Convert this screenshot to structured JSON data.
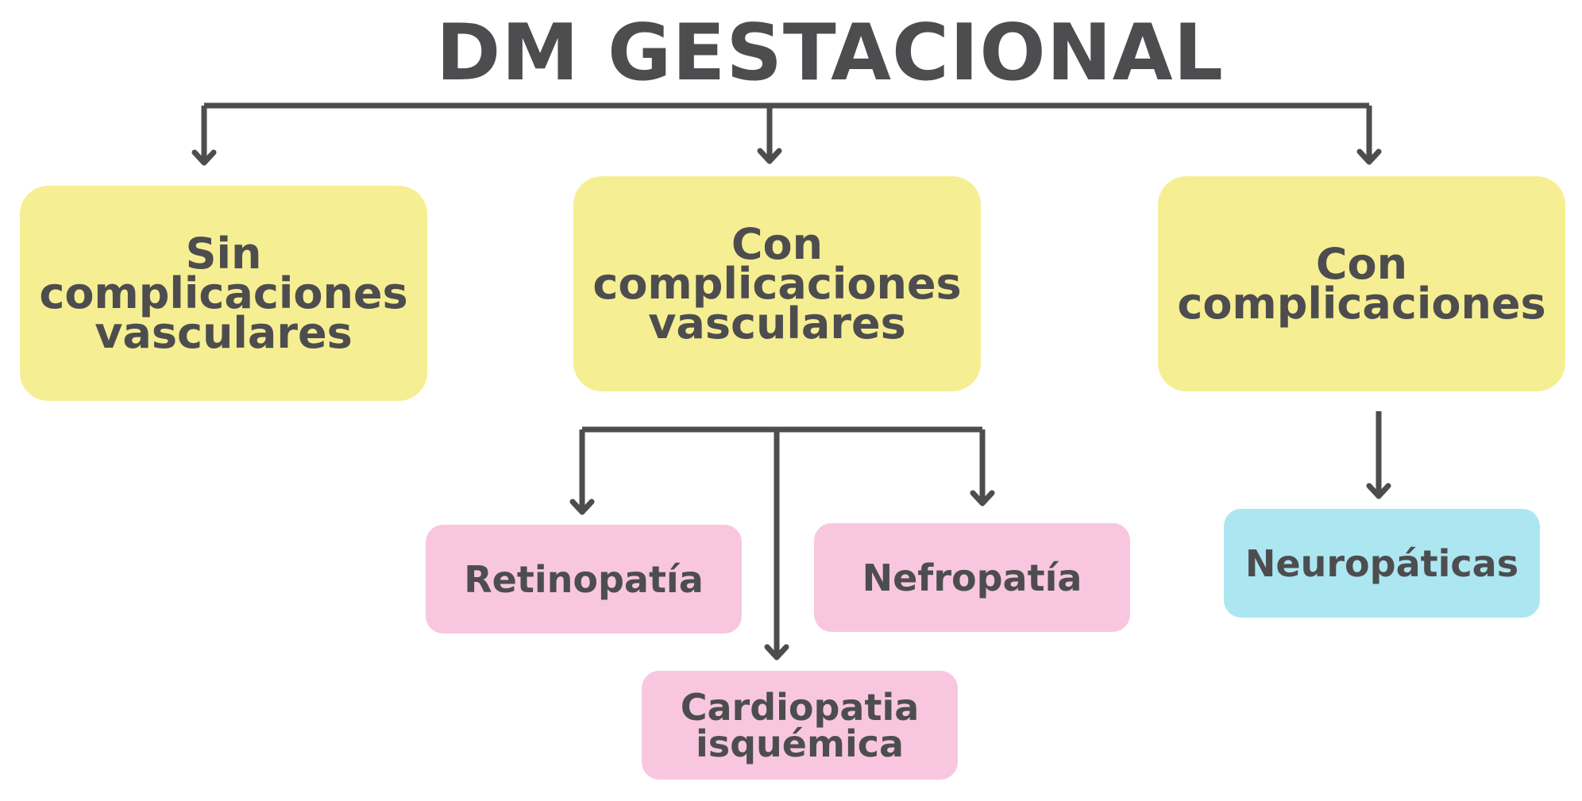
{
  "diagram": {
    "title": "DM GESTACIONAL",
    "nodes": {
      "sin_complicaciones_vasculares": "Sin\ncomplicaciones\nvasculares",
      "con_complicaciones_vasculares": "Con\ncomplicaciones\nvasculares",
      "con_complicaciones": "Con\ncomplicaciones",
      "retinopatia": "Retinopatía",
      "nefropatia": "Nefropatía",
      "cardiopatia_isquemica": "Cardiopatia\nisquémica",
      "neuropaticas": "Neuropáticas"
    },
    "colors": {
      "text": "#4d4d4f",
      "connector": "#4d4d4f",
      "level1_box": "#f6ee92",
      "vascular_complication_box": "#f8c7df",
      "neuropathy_box": "#ace6f1"
    }
  }
}
